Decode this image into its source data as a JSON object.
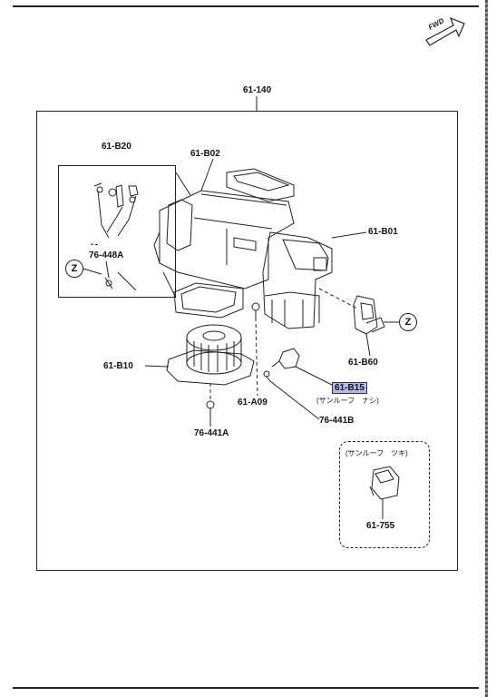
{
  "labels": {
    "assembly": "61-140",
    "b20": "61-B20",
    "b02": "61-B02",
    "b01": "61-B01",
    "p76448a": "76-448A",
    "b60": "61-B60",
    "b15": "61-B15",
    "b15_note": "(サンルーフ　ナシ)",
    "b10": "61-B10",
    "a09": "61-A09",
    "p76441b": "76-441B",
    "p76441a": "76-441A",
    "option_note": "(サンルーフ　ツキ)",
    "p61755": "61-755",
    "z_left": "Z",
    "z_right": "Z",
    "fwd": "FWD"
  },
  "colors": {
    "line": "#222222",
    "highlight": "#b6b8e8"
  }
}
